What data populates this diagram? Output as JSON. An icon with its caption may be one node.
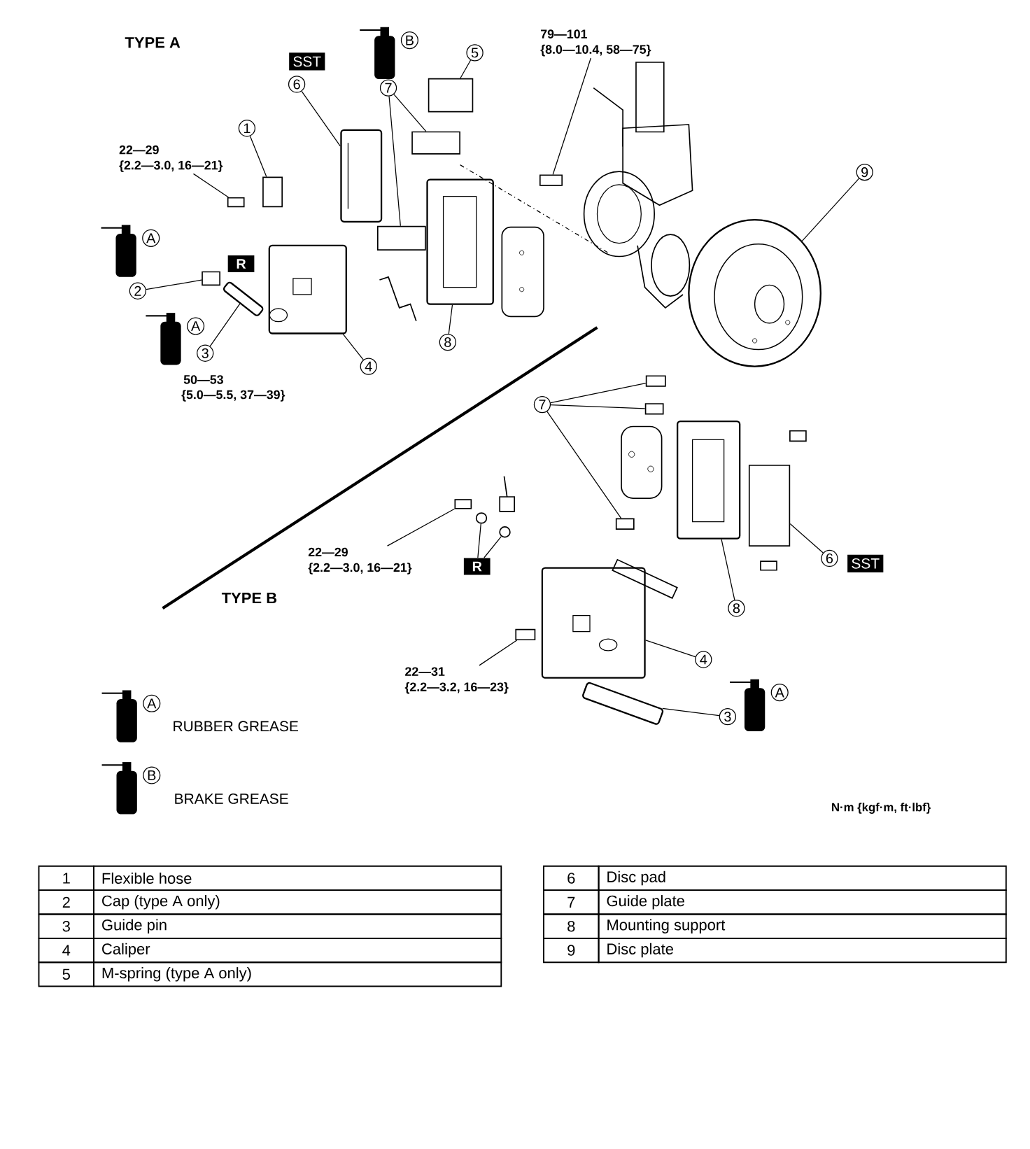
{
  "diagram": {
    "nodes": [
      {
        "text": [
          "1"
        ]
      },
      {
        "text": [],
        "shape": "box"
      },
      {
        "text": [
          "2"
        ]
      },
      {
        "text": [],
        "shape": "box"
      },
      {
        "text": [
          "3"
        ]
      },
      {
        "text": [],
        "shape": "picture"
      },
      {
        "text": [
          "4"
        ]
      },
      {
        "text": [],
        "shape": "picture"
      },
      {
        "text": [
          "5"
        ]
      },
      {
        "text": [],
        "shape": "box"
      },
      {
        "text": [
          "SST"
        ]
      },
      {
        "text": [
          "6"
        ]
      },
      {
        "text": [],
        "shape": "picture"
      },
      {
        "text": [
          "7"
        ]
      },
      {
        "text": [],
        "shape": "box"
      },
      {
        "text": [],
        "shape": "box"
      },
      {
        "text": [
          "8"
        ]
      },
      {
        "text": [],
        "shape": "picture"
      },
      {
        "text": [
          "9"
        ]
      },
      {
        "text": [],
        "shape": "picture"
      },
      {
        "text": [
          "22—29",
          "{2.2—3.0, 16—21}"
        ]
      },
      {
        "text": [],
        "shape": "box"
      },
      {
        "text": [
          "79—101",
          "{8.0—10.4, 58—75}"
        ]
      },
      {
        "text": [],
        "shape": "box"
      },
      {
        "text": [
          "R"
        ]
      },
      {
        "text": [
          "7"
        ]
      },
      {
        "text": [],
        "shape": "box"
      },
      {
        "text": [],
        "shape": "box"
      },
      {
        "text": [],
        "shape": "box"
      },
      {
        "text": [
          "6"
        ]
      },
      {
        "text": [
          "SST"
        ]
      },
      {
        "text": [],
        "shape": "box"
      },
      {
        "text": [
          "8"
        ]
      },
      {
        "text": [],
        "shape": "picture"
      },
      {
        "text": [
          "4"
        ]
      },
      {
        "text": [],
        "shape": "picture"
      },
      {
        "text": [
          "3"
        ]
      },
      {
        "text": [],
        "shape": "picture"
      },
      {
        "text": [
          "22—29",
          "{2.2—3.0, 16—21}"
        ]
      },
      {
        "text": [],
        "shape": "box"
      },
      {
        "text": [
          "R"
        ]
      },
      {
        "text": [],
        "shape": "circle"
      },
      {
        "text": [],
        "shape": "circle"
      },
      {
        "text": [
          "22—31",
          "{2.2—3.2, 16—23}"
        ]
      },
      {
        "text": [],
        "shape": "box"
      },
      {
        "text": [
          "B"
        ]
      },
      {
        "text": [
          "A"
        ]
      },
      {
        "text": [
          "A"
        ]
      },
      {
        "text": [
          "A"
        ]
      },
      {
        "text": [
          "A"
        ]
      },
      {
        "text": [
          "B"
        ]
      }
    ],
    "edges": [
      {
        "from": 0,
        "to": 1,
        "arrow": "none"
      },
      {
        "from": 2,
        "to": 3,
        "arrow": "none"
      },
      {
        "from": 4,
        "to": 5,
        "arrow": "none"
      },
      {
        "from": 6,
        "to": 7,
        "arrow": "none"
      },
      {
        "from": 8,
        "to": 9,
        "arrow": "none"
      },
      {
        "from": 11,
        "to": 12,
        "arrow": "none"
      },
      {
        "from": 13,
        "to": 14,
        "arrow": "none"
      },
      {
        "from": 13,
        "to": 15,
        "arrow": "none"
      },
      {
        "from": 16,
        "to": 17,
        "arrow": "none"
      },
      {
        "from": 18,
        "to": 19,
        "arrow": "none"
      },
      {
        "from": 20,
        "to": 21,
        "arrow": "none"
      },
      {
        "from": 22,
        "to": 23,
        "arrow": "none"
      },
      {
        "from": 25,
        "to": 26,
        "arrow": "none"
      },
      {
        "from": 25,
        "to": 27,
        "arrow": "none"
      },
      {
        "from": 25,
        "to": 28,
        "arrow": "none"
      },
      {
        "from": 29,
        "to": 31,
        "arrow": "none"
      },
      {
        "from": 32,
        "to": 33,
        "arrow": "none"
      },
      {
        "from": 34,
        "to": 35,
        "arrow": "none"
      },
      {
        "from": 36,
        "to": 37,
        "arrow": "none"
      },
      {
        "from": 38,
        "to": 39,
        "arrow": "none"
      },
      {
        "from": 40,
        "to": 41,
        "arrow": "none"
      },
      {
        "from": 40,
        "to": 42,
        "arrow": "none"
      },
      {
        "from": 43,
        "to": 44,
        "arrow": "none"
      }
    ],
    "labels": [
      "TYPE A",
      "50—53",
      "{5.0—5.5, 37—39}",
      "TYPE B",
      "N·m {kgf·m, ft·lbf}",
      "1",
      "Flexible hose",
      "2",
      "Cap (type A only)",
      "3",
      "Guide pin",
      "4",
      "Caliper",
      "5",
      "M-spring (type A only)",
      "6",
      "Disc pad",
      "7",
      "Guide plate",
      "8",
      "Mounting support",
      "9",
      "Disc plate"
    ],
    "legend": [
      {
        "text": "RUBBER GREASE"
      },
      {
        "text": "BRAKE GREASE"
      }
    ]
  }
}
